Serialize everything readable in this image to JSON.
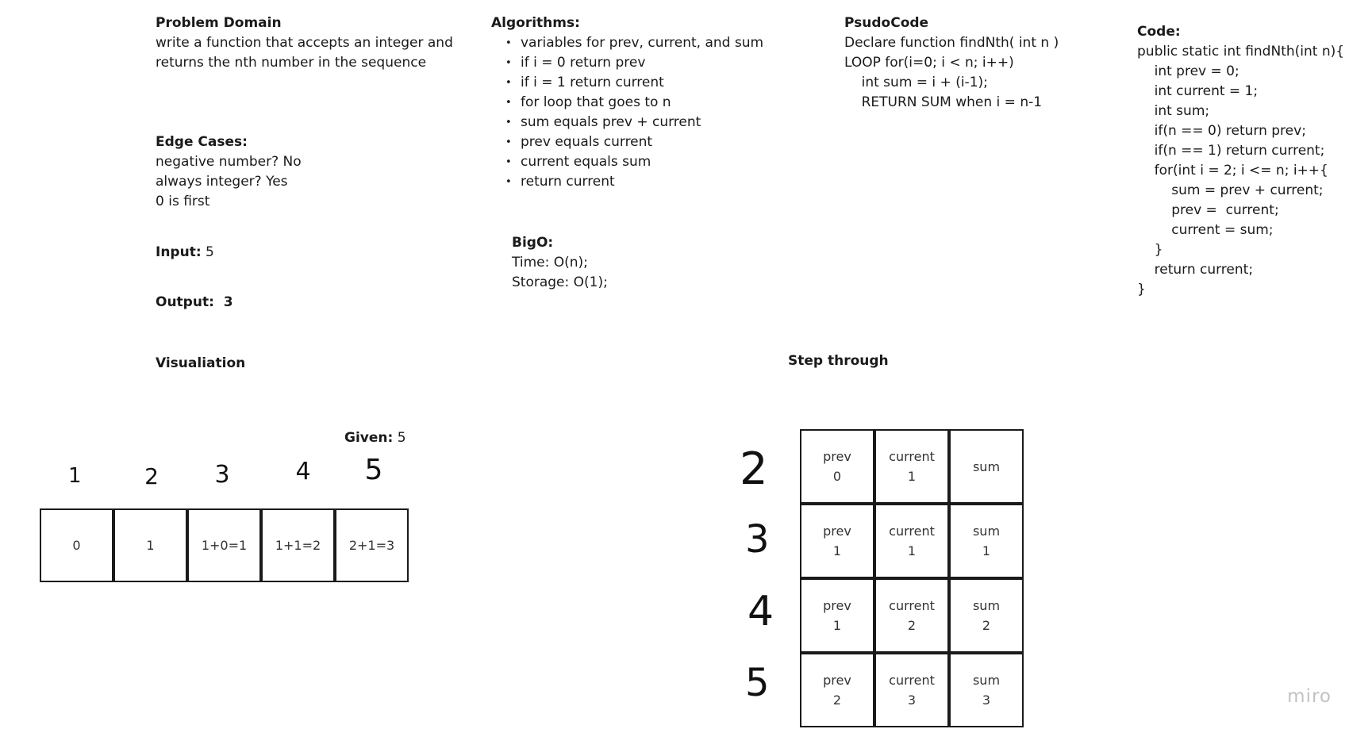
{
  "problem_domain": {
    "title": "Problem Domain",
    "lines": [
      "write a function that accepts an integer and",
      "returns the nth number in the sequence"
    ]
  },
  "edge_cases": {
    "title": "Edge Cases:",
    "lines": [
      "negative number? No",
      "always integer? Yes",
      "0 is first"
    ]
  },
  "input": {
    "label": "Input:",
    "value": " 5"
  },
  "output": {
    "label": "Output:",
    "value": "  3"
  },
  "visualization": {
    "title": "Visualiation"
  },
  "algorithms": {
    "title": "Algorithms:",
    "items": [
      "variables for prev, current, and sum",
      "if i = 0 return prev",
      "if i = 1 return current",
      "for loop that goes to n",
      "sum equals prev + current",
      "prev equals current",
      "current equals sum",
      "return current"
    ]
  },
  "bigo": {
    "title": "BigO:",
    "lines": [
      "Time: O(n);",
      "Storage: O(1);"
    ]
  },
  "pseudocode": {
    "title": "PsudoCode",
    "lines": [
      "Declare function findNth( int n )",
      "LOOP for(i=0; i < n; i++)",
      "    int sum = i + (i-1);",
      "    RETURN SUM when i = n-1"
    ]
  },
  "code": {
    "title": "Code:",
    "lines": [
      "public static int findNth(int n){",
      "    int prev = 0;",
      "    int current = 1;",
      "    int sum;",
      "    if(n == 0) return prev;",
      "    if(n == 1) return current;",
      "    for(int i = 2; i <= n; i++{",
      "        sum = prev + current;",
      "        prev =  current;",
      "        current = sum;",
      "    }",
      "    return current;",
      "}"
    ]
  },
  "step_through": {
    "title": "Step through"
  },
  "given": {
    "label": "Given:",
    "value": " 5"
  },
  "sequence": {
    "indices": [
      "1",
      "2",
      "3",
      "4",
      "5"
    ],
    "cells": [
      "0",
      "1",
      "1+0=1",
      "1+1=2",
      "2+1=3"
    ]
  },
  "step_table": {
    "row_labels": [
      "2",
      "3",
      "4",
      "5"
    ],
    "rows": [
      [
        {
          "name": "prev",
          "value": "0"
        },
        {
          "name": "current",
          "value": "1"
        },
        {
          "name": "sum",
          "value": ""
        }
      ],
      [
        {
          "name": "prev",
          "value": "1"
        },
        {
          "name": "current",
          "value": "1"
        },
        {
          "name": "sum",
          "value": "1"
        }
      ],
      [
        {
          "name": "prev",
          "value": "1"
        },
        {
          "name": "current",
          "value": "2"
        },
        {
          "name": "sum",
          "value": "2"
        }
      ],
      [
        {
          "name": "prev",
          "value": "2"
        },
        {
          "name": "current",
          "value": "3"
        },
        {
          "name": "sum",
          "value": "3"
        }
      ]
    ]
  },
  "watermark": "miro"
}
